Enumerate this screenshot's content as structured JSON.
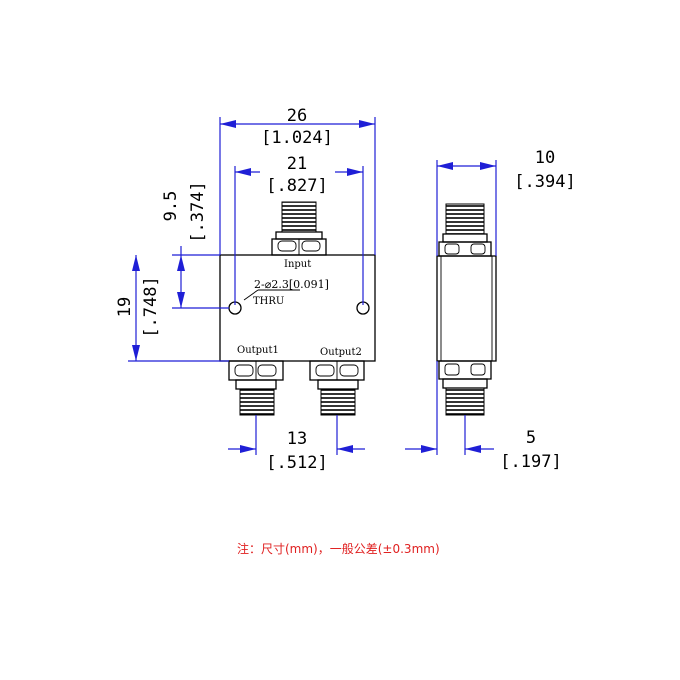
{
  "dimensions": {
    "overall_width": {
      "mm": "26",
      "inch": "[1.024]"
    },
    "input_spacing": {
      "mm": "21",
      "inch": "[.827]"
    },
    "side_thickness": {
      "mm": "10",
      "inch": "[.394]"
    },
    "hole_height": {
      "mm": "9.5",
      "inch": "[.374]"
    },
    "body_height": {
      "mm": "19",
      "inch": "[.748]"
    },
    "output_spacing": {
      "mm": "13",
      "inch": "[.512]"
    },
    "connector_offset": {
      "mm": "5",
      "inch": "[.197]"
    }
  },
  "labels": {
    "input": "Input",
    "output1": "Output1",
    "output2": "Output2",
    "hole_callout": "2-⌀2.3[0.091]",
    "thru": "THRU"
  },
  "note": "注：尺寸(mm)，一般公差(±0.3mm)",
  "colors": {
    "dimension": "#1f1fd6",
    "note": "#e02020",
    "outline": "#000000"
  }
}
